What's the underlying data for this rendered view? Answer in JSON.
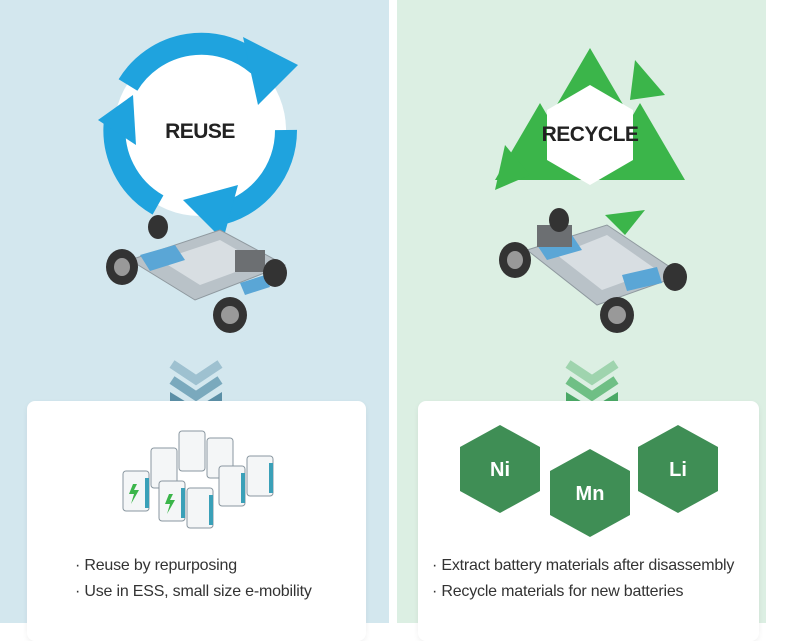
{
  "colors": {
    "reuse_bg": "#d3e7ee",
    "recycle_bg": "#dcefe3",
    "reuse_accent": "#1fa3de",
    "recycle_accent": "#3bb54a",
    "chevron_blue": "#5b8fa6",
    "chevron_green": "#4aa866",
    "hex_green": "#3f8e55"
  },
  "reuse": {
    "label": "REUSE",
    "icon": "circular-arrows-icon",
    "bullets": [
      "· Reuse by repurposing",
      "· Use in ESS, small size e-mobility"
    ]
  },
  "recycle": {
    "label": "RECYCLE",
    "icon": "recycle-triangle-icon",
    "materials": [
      "Ni",
      "Mn",
      "Li"
    ],
    "bullets": [
      "· Extract battery materials after disassembly",
      "· Recycle materials for new batteries"
    ]
  }
}
